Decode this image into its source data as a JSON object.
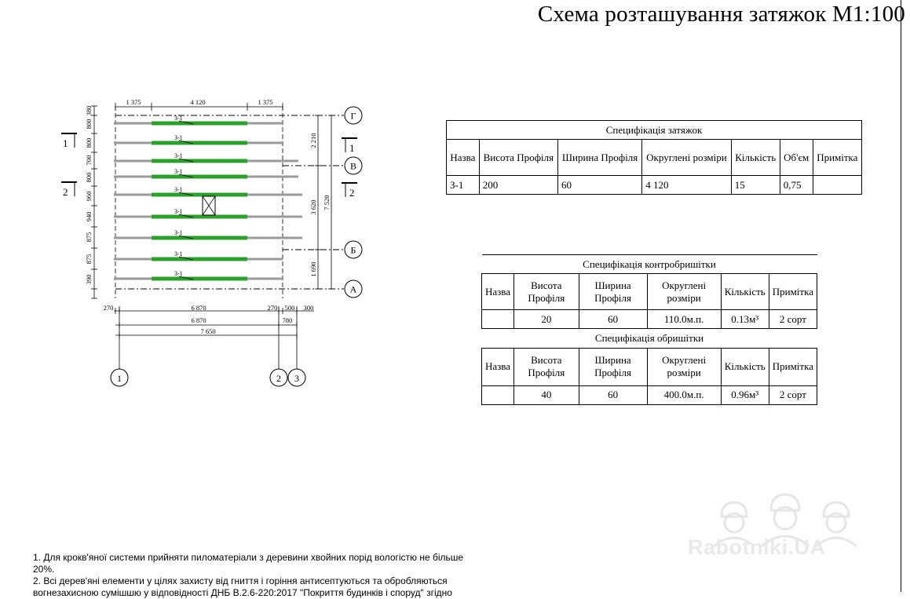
{
  "title": "Схема розташування затяжок М1:100",
  "plan": {
    "beam_label": "З-1",
    "axes_letters": [
      "Г",
      "В",
      "Б",
      "А"
    ],
    "axes_numbers": [
      "1",
      "2",
      "3"
    ],
    "sections": [
      {
        "num": "1"
      },
      {
        "num": "2"
      }
    ],
    "top_dims": [
      "1 375",
      "4 120",
      "1 375"
    ],
    "left_dims": [
      "380",
      "800",
      "800",
      "700",
      "800",
      "960",
      "940",
      "875",
      "875",
      "390"
    ],
    "right_dims": [
      "2 210",
      "3 620",
      "1 690",
      "7 520"
    ],
    "bottom_row1": [
      "270",
      "6 870",
      "270",
      "500",
      "300"
    ],
    "bottom_row2": [
      "6 870",
      "780"
    ],
    "bottom_row3": [
      "7 650"
    ],
    "colors": {
      "beam": "#2e9e2e",
      "line": "#000000",
      "grey": "#9a9a9a"
    }
  },
  "spec_ties": {
    "caption": "Специфікація затяжок",
    "headers": [
      "Назва",
      "Висота Профіля",
      "Ширина Профіля",
      "Округлені розміри",
      "Кількість",
      "Об'єм",
      "Примітка"
    ],
    "row": [
      "З-1",
      "200",
      "60",
      "4 120",
      "15",
      "0,75",
      ""
    ]
  },
  "spec_counter": {
    "caption": "Специфікація контробришітки",
    "headers": [
      "Назва",
      "Висота Профіля",
      "Ширина Профіля",
      "Округлені розміри",
      "Кількість",
      "Примітка"
    ],
    "row": [
      "",
      "20",
      "60",
      "110.0м.п.",
      "0.13м³",
      "2 сорт"
    ]
  },
  "spec_batten": {
    "caption": "Специфікація  обришітки",
    "headers": [
      "Назва",
      "Висота Профіля",
      "Ширина Профіля",
      "Округлені розміри",
      "Кількість",
      "Примітка"
    ],
    "row": [
      "",
      "40",
      "60",
      "400.0м.п.",
      "0.96м³",
      "2 сорт"
    ]
  },
  "notes": [
    "1. Для крокв'яної системи прийняти пиломатеріали з деревини хвойних порід вологістю не більше 20%.",
    "2. Всі дерев'яні елементи у цілях захисту від гниття і горіння антисептуються та обробляються вогнезахисною сумішшю у відповідності ДНБ В.2.6-220:2017 \"Покриття будинків і споруд\" згідно"
  ],
  "watermark": "Rabotniki.UA"
}
